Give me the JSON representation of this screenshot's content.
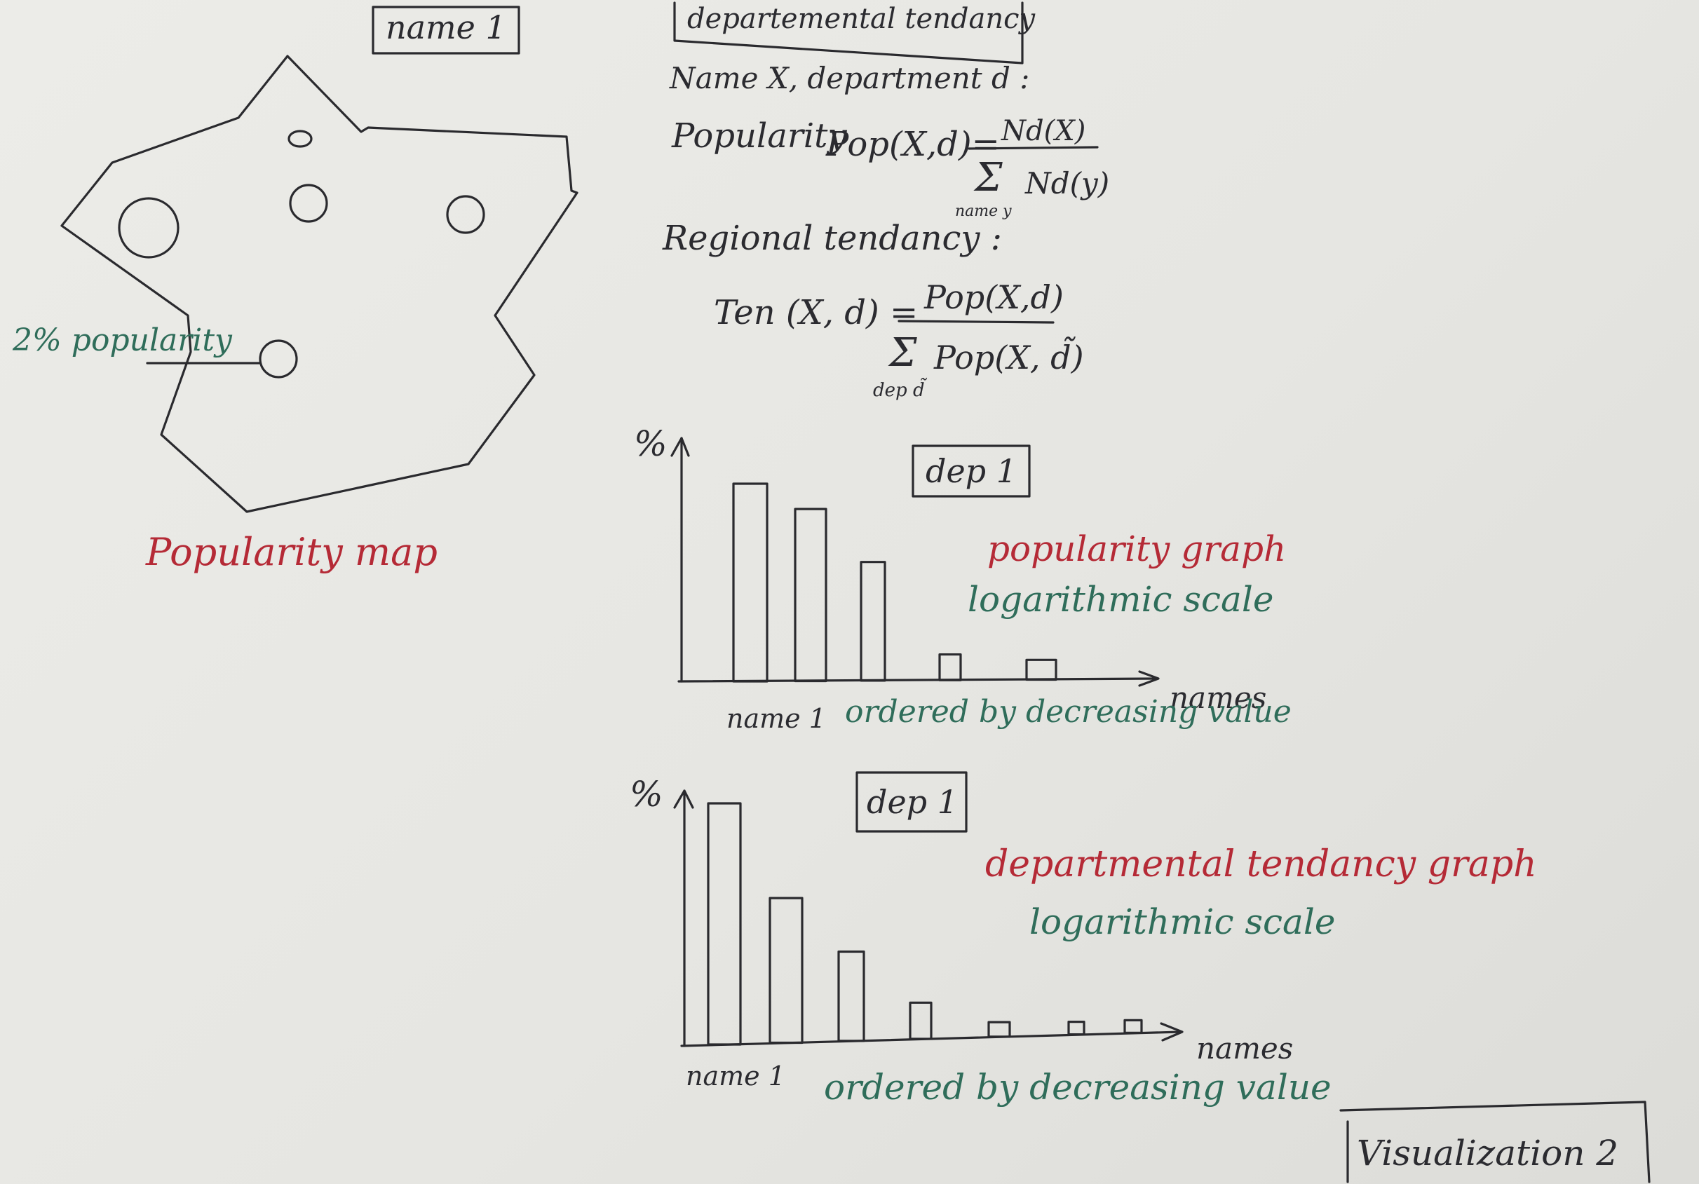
{
  "map": {
    "name_box": "name 1",
    "pop_label": "2% popularity",
    "caption": "Popularity map",
    "circles": 5
  },
  "formula": {
    "title_box": "departemental tendancy",
    "intro": "Name X, department d :",
    "popularity_label": "Popularity",
    "pop_lhs": "Pop(X,d)=",
    "pop_num": "Nd(X)",
    "sigma": "Σ",
    "pop_den": "Nd(y)",
    "pop_sub": "name y",
    "regional_label": "Regional tendancy :",
    "ten_lhs": "Ten (X, d) =",
    "ten_num": "Pop(X,d)",
    "ten_den": "Pop(X, d̃)",
    "ten_sub": "dep d̃"
  },
  "chart_top": {
    "dep_box": "dep 1",
    "y_symbol": "%",
    "x_label": "names",
    "first_tick": "name 1",
    "order_note": "ordered by decreasing value",
    "caption1": "popularity graph",
    "caption2": "logarithmic scale"
  },
  "chart_bottom": {
    "dep_box": "dep 1",
    "y_symbol": "%",
    "x_label": "names",
    "first_tick": "name 1",
    "order_note": "ordered by decreasing value",
    "caption1": "departmental tendancy graph",
    "caption2": "logarithmic scale"
  },
  "corner_box": "Visualization 2",
  "chart_data": [
    {
      "type": "bar",
      "title": "dep 1",
      "xlabel": "names",
      "ylabel": "%",
      "categories": [
        "name 1",
        "",
        "",
        "",
        ""
      ],
      "values": [
        1.0,
        0.87,
        0.6,
        0.13,
        0.1
      ],
      "scale": "logarithmic"
    },
    {
      "type": "bar",
      "title": "dep 1",
      "xlabel": "names",
      "ylabel": "%",
      "categories": [
        "name 1",
        "",
        "",
        "",
        "",
        "",
        ""
      ],
      "values": [
        1.0,
        0.6,
        0.37,
        0.15,
        0.06,
        0.04,
        0.03
      ],
      "scale": "logarithmic"
    }
  ]
}
